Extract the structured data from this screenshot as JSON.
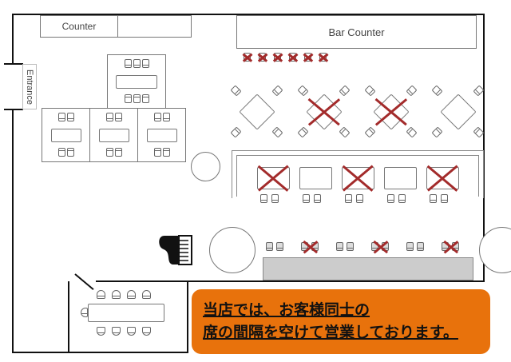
{
  "labels": {
    "counter": "Counter",
    "bar_counter": "Bar Counter",
    "entrance": "Entrance"
  },
  "notice": {
    "line1": "当店では、お客様同士の",
    "line2": "席の間隔を空けて営業しております。"
  },
  "colors": {
    "notice_bg": "#e8720c",
    "x_mark": "#a32b2b"
  },
  "bar_stools_top": {
    "count": 6,
    "all_closed": true
  },
  "diamond_tables": [
    {
      "closed": false
    },
    {
      "closed": true
    },
    {
      "closed": true
    },
    {
      "closed": false
    }
  ],
  "booth_tables": [
    {
      "closed": true
    },
    {
      "closed": false
    },
    {
      "closed": true
    },
    {
      "closed": false
    },
    {
      "closed": true
    }
  ],
  "bar_seat_pairs": [
    {
      "closed": false
    },
    {
      "closed": true
    },
    {
      "closed": false
    },
    {
      "closed": true
    },
    {
      "closed": false
    },
    {
      "closed": true
    }
  ]
}
